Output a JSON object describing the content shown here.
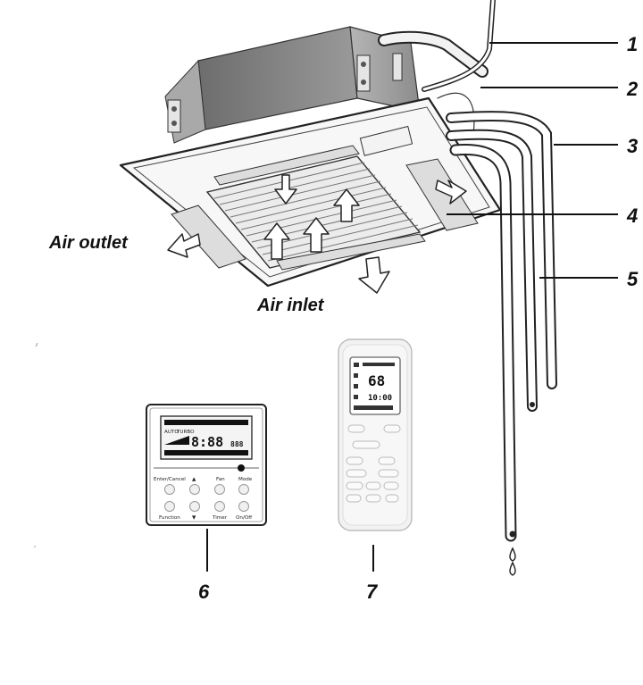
{
  "labels": {
    "air_outlet": "Air outlet",
    "air_inlet": "Air inlet"
  },
  "callouts": [
    "1",
    "2",
    "3",
    "4",
    "5",
    "6",
    "7"
  ],
  "wired_controller": {
    "lcd_main": "8:88",
    "lcd_mode1": "AUTO",
    "lcd_mode2": "TURBO",
    "lcd_small": "888",
    "buttons": {
      "enter_cancel": "Enter/Cancel",
      "up": "▲",
      "fan": "Fan",
      "mode": "Mode",
      "function": "Function",
      "down": "▼",
      "timer": "Timer",
      "on_off": "On/Off"
    }
  },
  "remote": {
    "lcd_temp": "68",
    "lcd_time": "10:00"
  }
}
